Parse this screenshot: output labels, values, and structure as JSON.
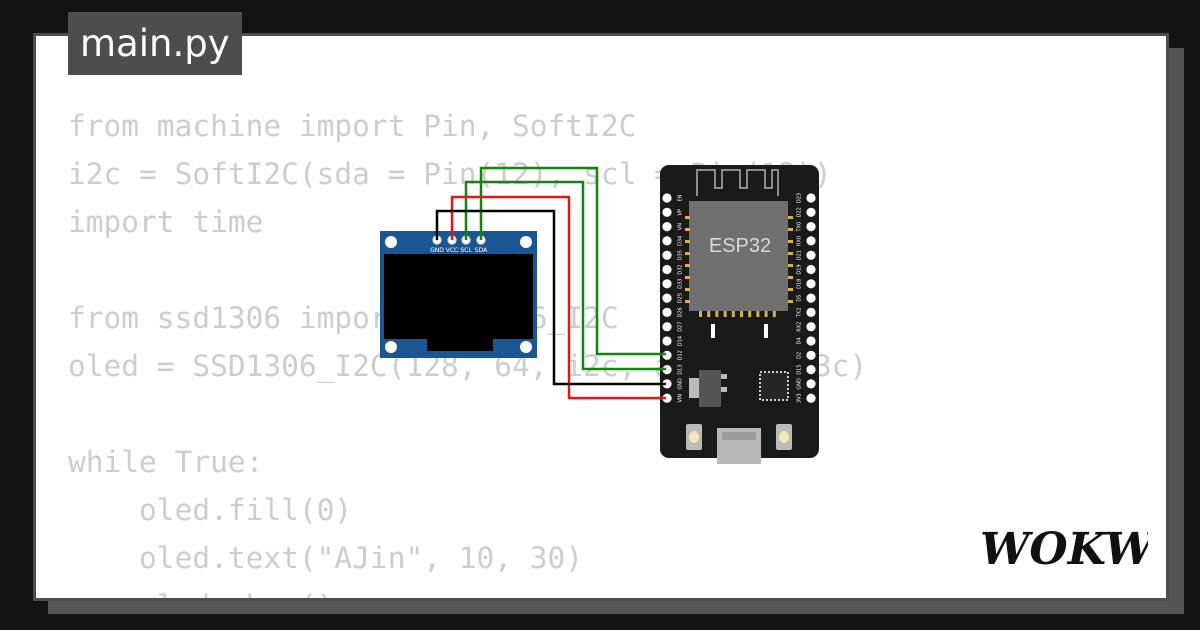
{
  "file_tab": {
    "label": "main.py"
  },
  "code_lines": [
    "from machine import Pin, SoftI2C",
    "i2c = SoftI2C(sda = Pin(12), scl = Pin(13))",
    "import time",
    "",
    "from ssd1306 import SSD1306_I2C",
    "oled = SSD1306_I2C(128, 64, i2c, addr = 0x3c)",
    "",
    "while True:",
    "    oled.fill(0)",
    "    oled.text(\"AJin\", 10, 30)",
    "    oled.show()"
  ],
  "oled": {
    "pin_labels": [
      "GND",
      "VCC",
      "SCL",
      "SDA"
    ]
  },
  "esp32": {
    "chip_label": "ESP32",
    "left_pins": [
      "EN",
      "VP",
      "VN",
      "D34",
      "D35",
      "D32",
      "D33",
      "D25",
      "D26",
      "D27",
      "D14",
      "D12",
      "D13",
      "GND",
      "VIN"
    ],
    "right_pins": [
      "D23",
      "D22",
      "TX0",
      "RX0",
      "D21",
      "D19",
      "D18",
      "D5",
      "TX2",
      "RX2",
      "D4",
      "D2",
      "D15",
      "GND",
      "3V3"
    ]
  },
  "brand": {
    "logo": "WOKWi"
  },
  "colors": {
    "background": "#131313",
    "card": "#ffffff",
    "code_text": "#cdcdcd",
    "tab": "#4d4d4d",
    "board": "#1a1a1a",
    "chip": "#707070",
    "oled_pcb": "#1a5694",
    "wire_green": "#12850f",
    "wire_red": "#e01818",
    "wire_black": "#000000"
  }
}
